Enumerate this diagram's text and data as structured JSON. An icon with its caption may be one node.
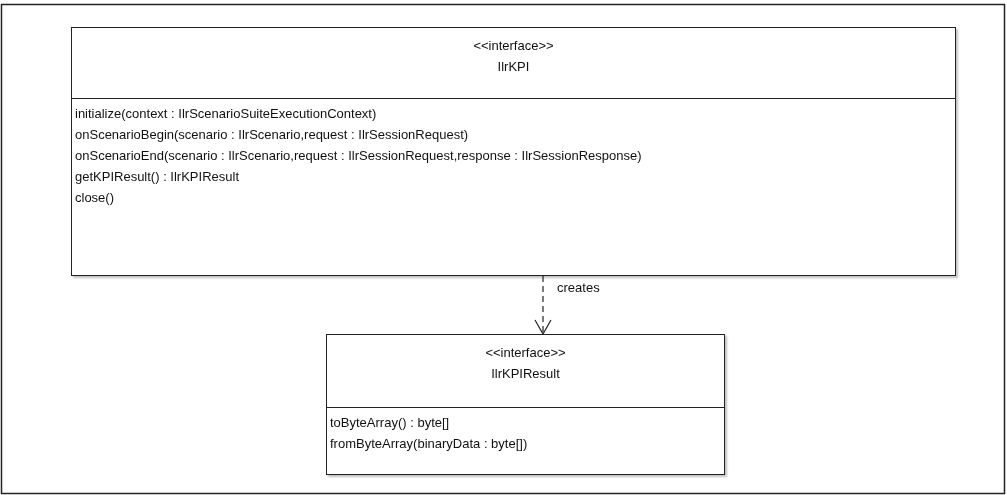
{
  "diagram": {
    "nodes": [
      {
        "text": [
          "<<interface>>",
          "IlrKPI",
          "initialize(context : IlrScenarioSuiteExecutionContext)",
          "onScenarioBegin(scenario : IlrScenario,request : IlrSessionRequest)",
          "onScenarioEnd(scenario : IlrScenario,request : IlrSessionRequest,response : IlrSessionResponse)",
          "getKPIResult() : IlrKPIResult",
          "close()"
        ]
      },
      {
        "text": [
          "<<interface>>",
          "IlrKPIResult",
          "toByteArray() : byte[]",
          "fromByteArray(binaryData : byte[])"
        ]
      }
    ],
    "edges": [
      {
        "from": 0,
        "to": 1,
        "arrow": "to",
        "label": "creates",
        "style": "dashed"
      }
    ]
  }
}
